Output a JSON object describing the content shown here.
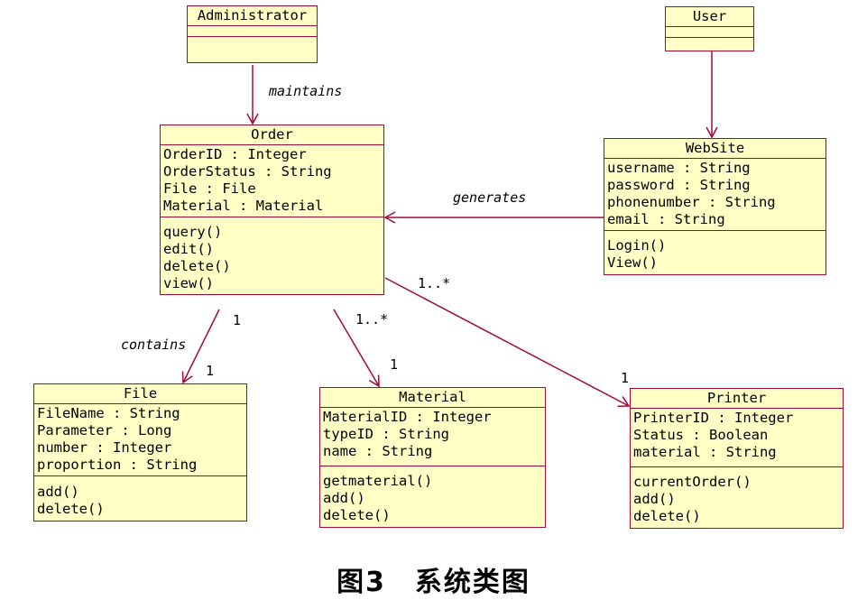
{
  "classes": {
    "administrator": {
      "name": "Administrator",
      "attributes": [],
      "methods": []
    },
    "user": {
      "name": "User",
      "attributes": [],
      "methods": []
    },
    "order": {
      "name": "Order",
      "attributes": [
        "OrderID : Integer",
        "OrderStatus : String",
        "File : File",
        "Material : Material"
      ],
      "methods": [
        "query()",
        "edit()",
        "delete()",
        "view()"
      ]
    },
    "website": {
      "name": "WebSite",
      "attributes": [
        "username : String",
        "password : String",
        "phonenumber : String",
        "email : String"
      ],
      "methods": [
        "Login()",
        "View()"
      ]
    },
    "file": {
      "name": "File",
      "attributes": [
        "FileName : String",
        "Parameter : Long",
        "number : Integer",
        "proportion : String"
      ],
      "methods": [
        "add()",
        "delete()"
      ]
    },
    "material": {
      "name": "Material",
      "attributes": [
        "MaterialID : Integer",
        "typeID : String",
        "name : String"
      ],
      "methods": [
        "getmaterial()",
        "add()",
        "delete()"
      ]
    },
    "printer": {
      "name": "Printer",
      "attributes": [
        "PrinterID : Integer",
        "Status : Boolean",
        "material : String"
      ],
      "methods": [
        "currentOrder()",
        "add()",
        "delete()"
      ]
    }
  },
  "associations": {
    "maintains": {
      "label": "maintains"
    },
    "generates": {
      "label": "generates"
    },
    "contains": {
      "label": "contains",
      "source_mult": "1",
      "target_mult": "1"
    },
    "order_material": {
      "source_mult": "1..*",
      "target_mult": "1"
    },
    "order_printer": {
      "source_mult": "1..*",
      "target_mult": "1"
    }
  },
  "colors": {
    "class_fill": "#ffffc6",
    "border": "#a30a34",
    "edge": "#a30a34"
  },
  "caption": "图3　系统类图"
}
